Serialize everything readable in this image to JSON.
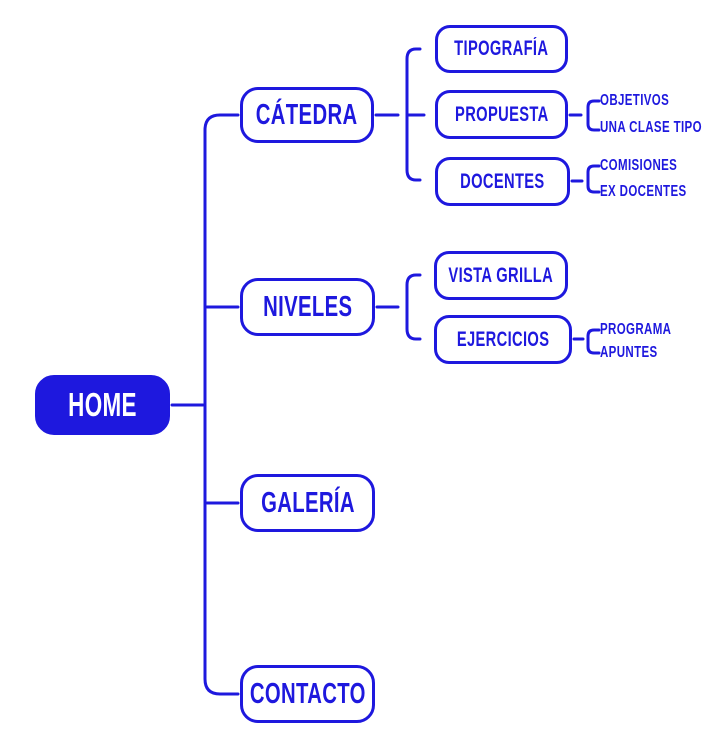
{
  "colors": {
    "accent": "#1e18de",
    "root_text": "#ffffff",
    "background": "#ffffff"
  },
  "diagram_type": "sitemap-tree",
  "tree": {
    "label": "HOME",
    "children": [
      {
        "label": "CÁTEDRA",
        "children": [
          {
            "label": "TIPOGRAFÍA",
            "children": []
          },
          {
            "label": "PROPUESTA",
            "children": [
              {
                "label": "OBJETIVOS"
              },
              {
                "label": "UNA CLASE TIPO"
              }
            ]
          },
          {
            "label": "DOCENTES",
            "children": [
              {
                "label": "COMISIONES"
              },
              {
                "label": "EX DOCENTES"
              }
            ]
          }
        ]
      },
      {
        "label": "NIVELES",
        "children": [
          {
            "label": "VISTA GRILLA",
            "children": []
          },
          {
            "label": "EJERCICIOS",
            "children": [
              {
                "label": "PROGRAMA"
              },
              {
                "label": "APUNTES"
              }
            ]
          }
        ]
      },
      {
        "label": "GALERÍA",
        "children": []
      },
      {
        "label": "CONTACTO",
        "children": []
      }
    ]
  }
}
